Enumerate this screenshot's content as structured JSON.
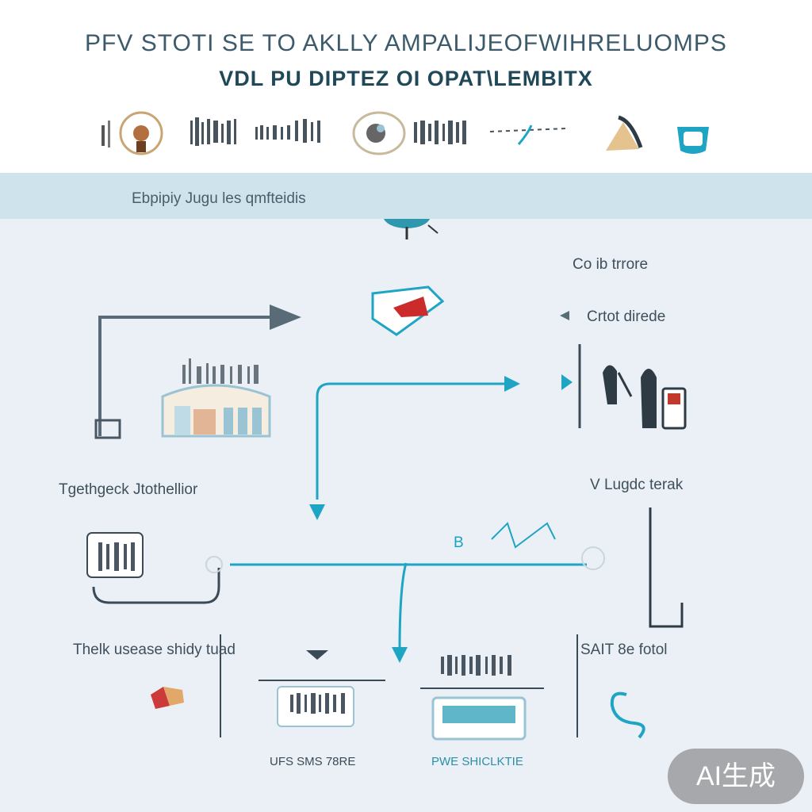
{
  "header": {
    "title_line1": "PFV STOTI SE TO AKLLY AMPALIJEOFWIHRELUOMPS",
    "title_line2": "VDL PU DIPTEZ OI OPAT\\LEMBITX"
  },
  "header_icons": [
    "medal-icon",
    "barcode-text-icon",
    "dish-icon",
    "barcode-icon",
    "dashed-arrow-icon",
    "hands-icon",
    "cup-icon"
  ],
  "band": {
    "label": "Ebpipiy Jugu les qmfteidis"
  },
  "nodes": {
    "label_top_right_1": "Co ib trrore",
    "label_top_right_2": "Crtot direde",
    "label_mid_left": "Tgethgeck Jtothellior",
    "label_mid_right": "V Lugdc terak",
    "label_b_cyan": "B",
    "label_bottom_left": "Thelk usease shidy tuad",
    "label_bottom_right": "SAIT 8e fotol",
    "label_bottom_center_1": "UFS SMS 78RE",
    "label_bottom_center_2": "PWE SHICLKTIE"
  },
  "colors": {
    "accent": "#1fa5c4",
    "arrow_gray": "#5a6b78",
    "band": "#cfe3ec",
    "background": "#eaf0f6",
    "badge": "#6e6e6e"
  },
  "watermark": "AI生成"
}
